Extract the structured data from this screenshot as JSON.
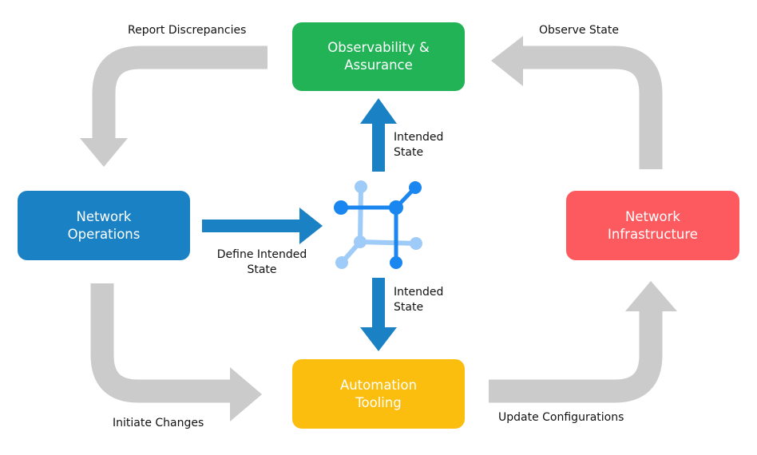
{
  "colors": {
    "operations": "#1a82c4",
    "observability": "#22b357",
    "infrastructure": "#fd5a5f",
    "automation": "#fbbe0e",
    "flow_arrow": "#cbcbcb",
    "intent_arrow": "#1a82c4",
    "icon_dark": "#1a86f0",
    "icon_light": "#9ecbf7"
  },
  "nodes": {
    "observability": "Observability &\nAssurance",
    "operations": "Network\nOperations",
    "infrastructure": "Network\nInfrastructure",
    "automation": "Automation\nTooling"
  },
  "center_icon": "network-graph-icon",
  "labels": {
    "report": "Report Discrepancies",
    "observe": "Observe State",
    "define": "Define Intended\nState",
    "intended_up": "Intended\nState",
    "intended_down": "Intended\nState",
    "initiate": "Initiate Changes",
    "update": "Update Configurations"
  }
}
